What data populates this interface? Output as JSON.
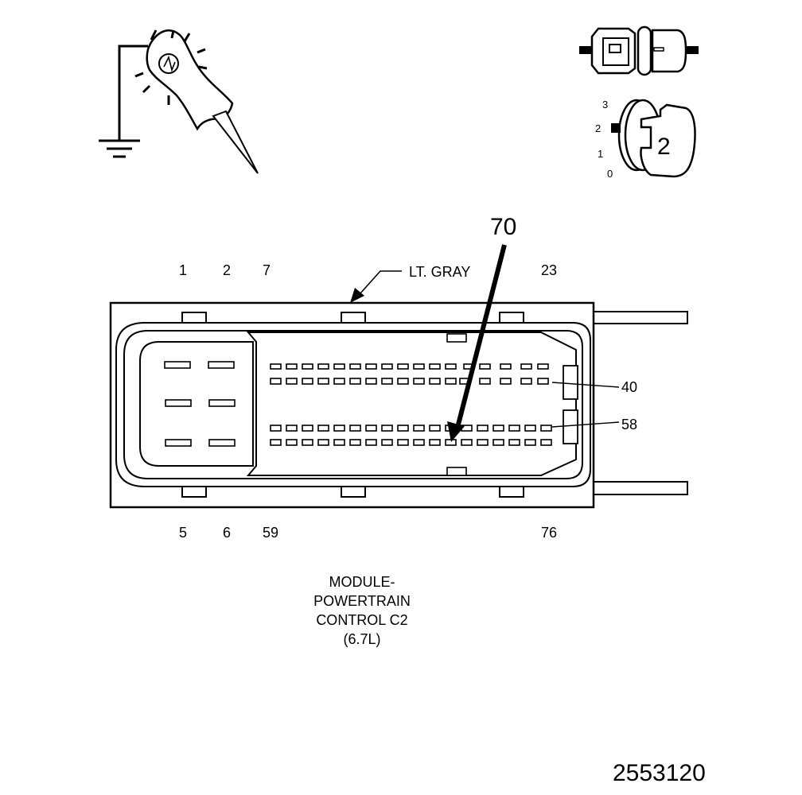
{
  "connector": {
    "color_label": "LT. GRAY",
    "title_lines": [
      "MODULE-",
      "POWERTRAIN",
      "CONTROL C2",
      "(6.7L)"
    ],
    "top_pin_numbers": [
      "1",
      "2",
      "7",
      "23"
    ],
    "bottom_pin_numbers": [
      "5",
      "6",
      "59",
      "76"
    ],
    "row_markers": [
      "40",
      "58"
    ],
    "highlighted_pin": "70"
  },
  "ignition_switch": {
    "positions": [
      "3",
      "2",
      "1",
      "0"
    ],
    "current_position": "2"
  },
  "reference_number": "2553120",
  "icons": [
    "test-light-probe-icon",
    "ground-symbol-icon",
    "connector-disconnected-icon",
    "ignition-key-icon"
  ]
}
